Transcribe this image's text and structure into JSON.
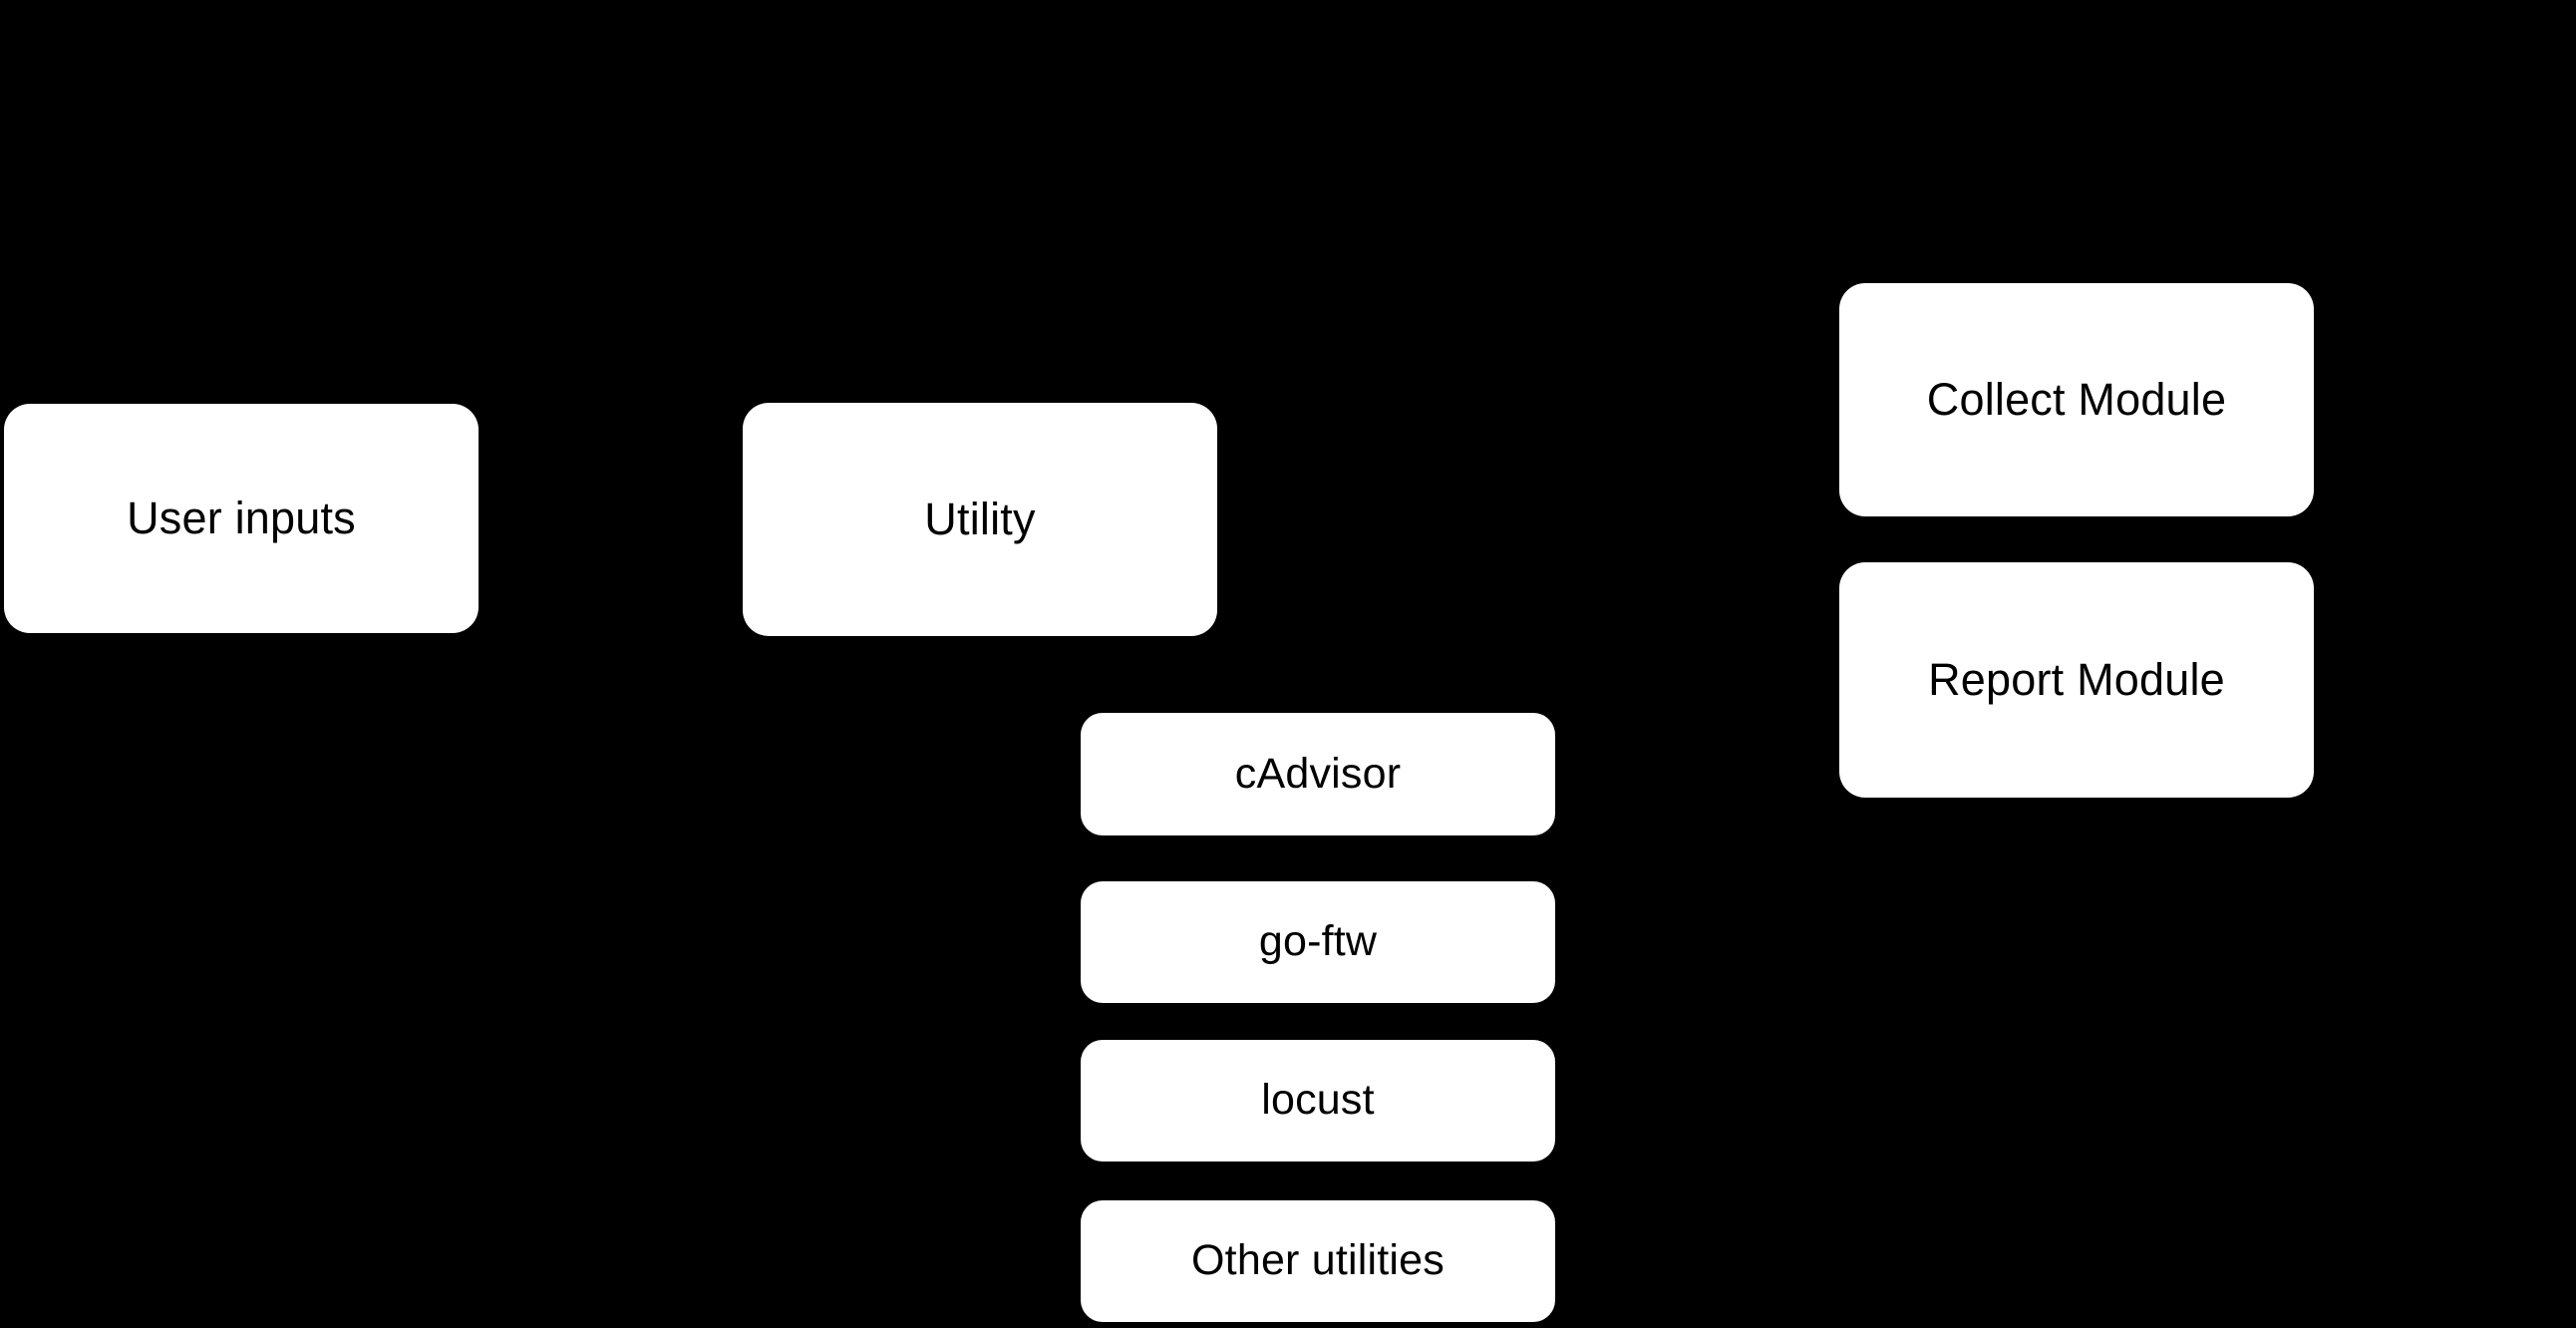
{
  "diagram": {
    "background_color": "#000000",
    "node_fill_color": "#ffffff",
    "node_text_color": "#000000",
    "nodes": {
      "user_inputs": {
        "label": "User inputs"
      },
      "utility": {
        "label": "Utility"
      },
      "collect_module": {
        "label": "Collect Module"
      },
      "report_module": {
        "label": "Report Module"
      },
      "cadvisor": {
        "label": "cAdvisor"
      },
      "go_ftw": {
        "label": "go-ftw"
      },
      "locust": {
        "label": "locust"
      },
      "other_utilities": {
        "label": "Other utilities"
      }
    }
  }
}
